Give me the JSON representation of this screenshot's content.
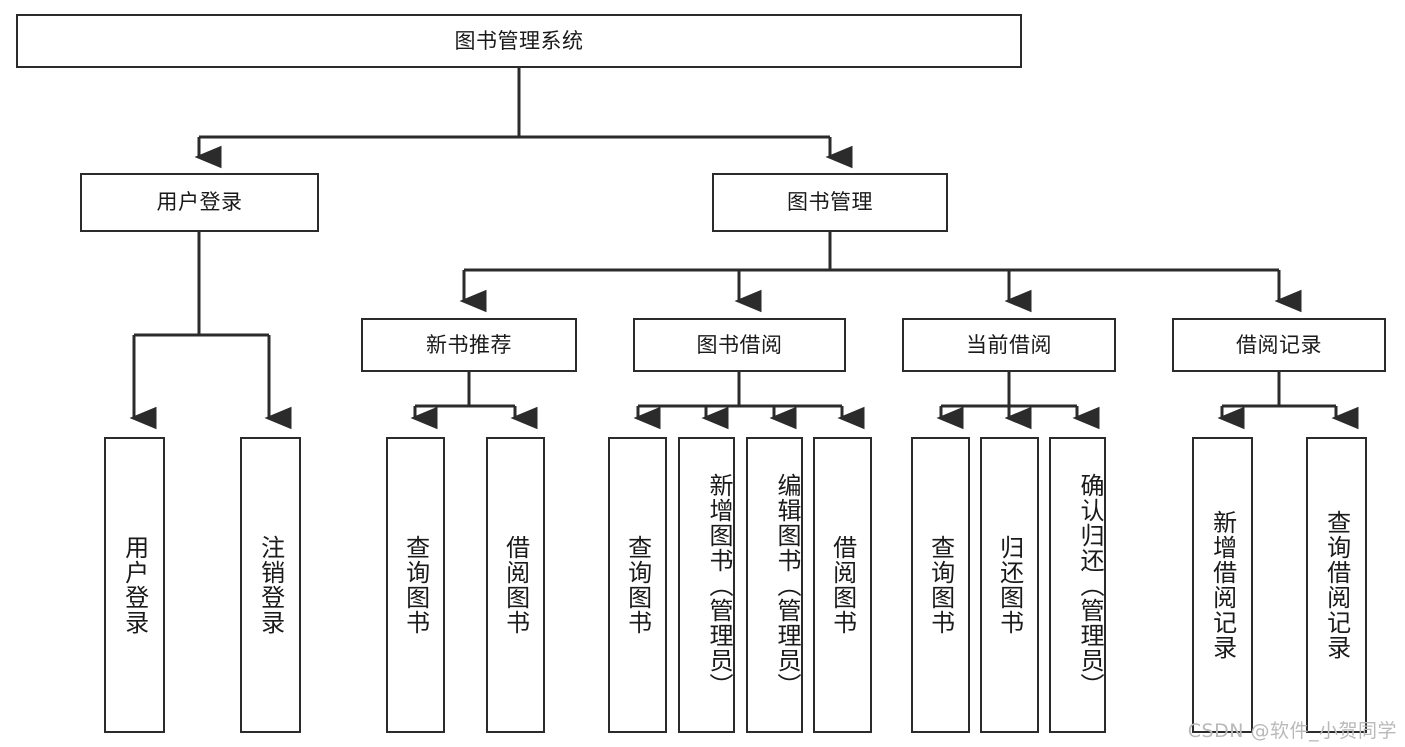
{
  "diagram": {
    "title": "图书管理系统",
    "type": "tree",
    "watermark": "CSDN @软件_小贺同学",
    "colors": {
      "stroke": "#2b2b2b",
      "fill": "#ffffff",
      "text": "#1a1a1a",
      "watermark": "#b9b9b9"
    },
    "nodes": {
      "root": "图书管理系统",
      "level2": {
        "user_login": "用户登录",
        "book_manage": "图书管理"
      },
      "level3": {
        "new_book_rec": "新书推荐",
        "book_borrow": "图书借阅",
        "current_borrow": "当前借阅",
        "borrow_record": "借阅记录"
      },
      "leaves": {
        "user_login_1": "用户登录",
        "user_login_2": "注销登录",
        "new_book_rec_1": "查询图书",
        "new_book_rec_2": "借阅图书",
        "book_borrow_1": "查询图书",
        "book_borrow_2": "新增图书（管理员）",
        "book_borrow_3": "编辑图书（管理员）",
        "book_borrow_4": "借阅图书",
        "current_borrow_1": "查询图书",
        "current_borrow_2": "归还图书",
        "current_borrow_3": "确认归还（管理员）",
        "borrow_record_1": "新增借阅记录",
        "borrow_record_2": "查询借阅记录"
      }
    }
  }
}
